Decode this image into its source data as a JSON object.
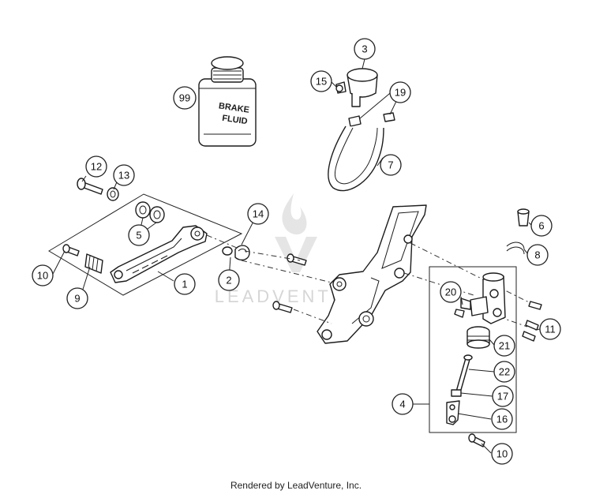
{
  "diagram": {
    "callouts": [
      "1",
      "2",
      "3",
      "4",
      "5",
      "6",
      "7",
      "8",
      "9",
      "10",
      "11",
      "12",
      "13",
      "14",
      "15",
      "16",
      "17",
      "19",
      "20",
      "21",
      "22",
      "99",
      "10"
    ],
    "bottle_label": [
      "BRAKE",
      "FLUID"
    ],
    "watermark": "LEADVENTURE"
  },
  "footer": {
    "text": "Rendered by LeadVenture, Inc."
  }
}
